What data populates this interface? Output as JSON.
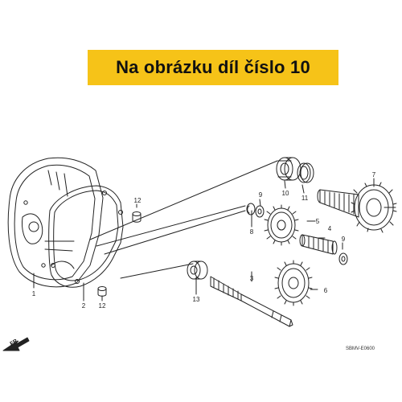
{
  "banner": {
    "text": "Na obrázku díl číslo 10",
    "color": "#f6c318"
  },
  "parts": {
    "p1": "1",
    "p2": "2",
    "p3": "3",
    "p4": "4",
    "p5": "5",
    "p6": "6",
    "p7": "7",
    "p8": "8",
    "p9a": "9",
    "p9b": "9",
    "p10": "10",
    "p11": "11",
    "p12a": "12",
    "p12b": "12",
    "p13": "13"
  },
  "direction_label": "FR.",
  "diagram_code": "SBMV-E0600"
}
